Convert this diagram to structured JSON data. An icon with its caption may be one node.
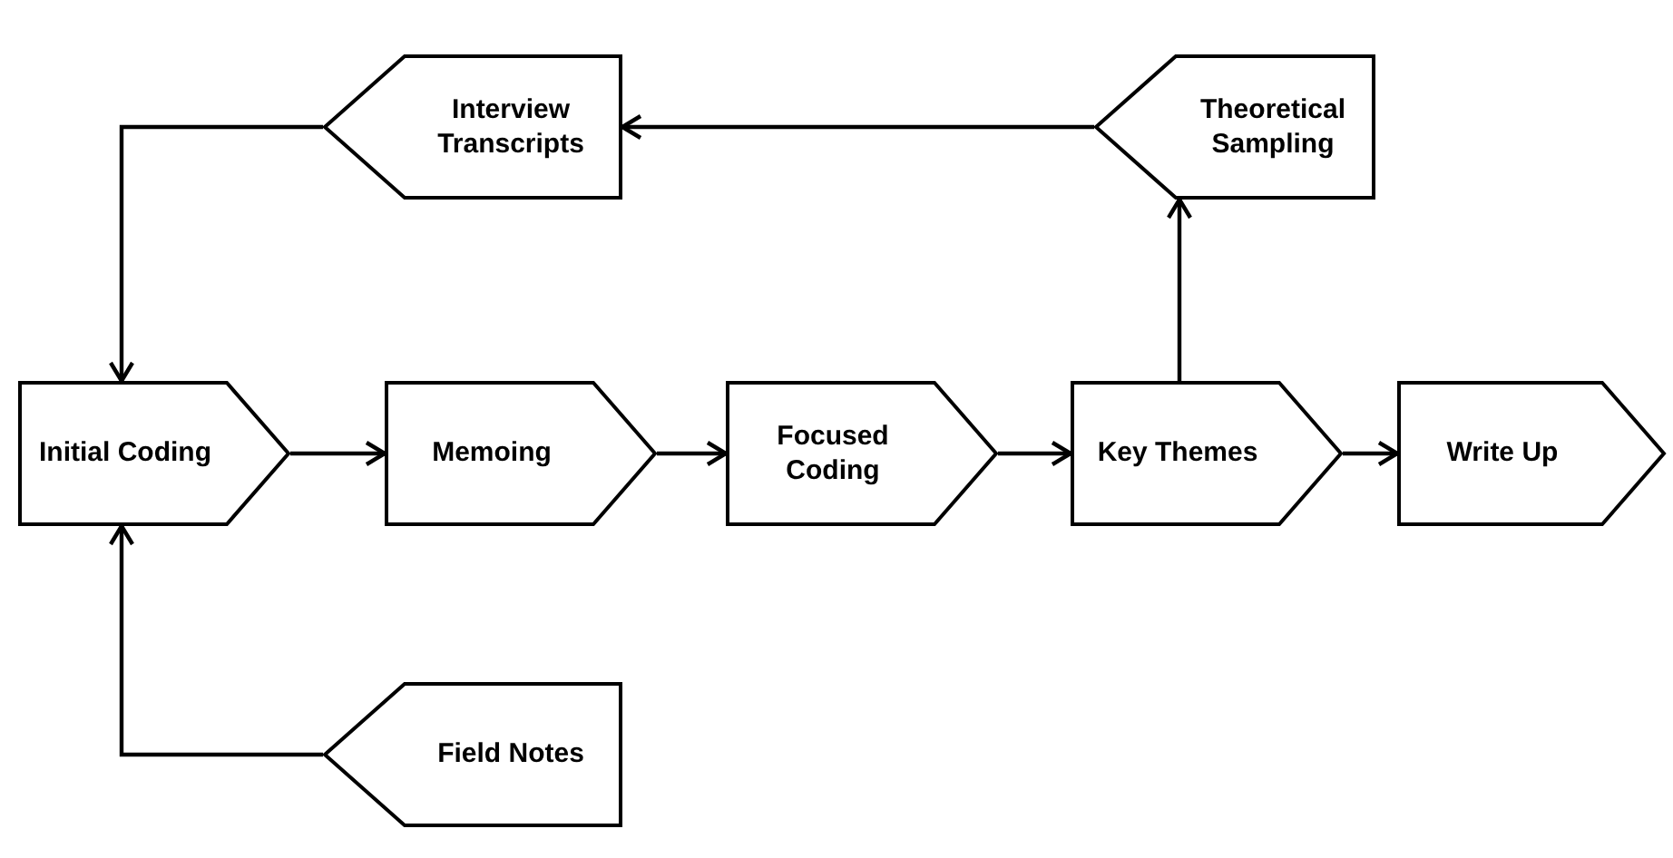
{
  "diagram": {
    "nodes": [
      {
        "text": [
          "Interview Transcripts"
        ]
      },
      {
        "text": [
          "Theoretical Sampling"
        ]
      },
      {
        "text": [
          "Initial Coding"
        ]
      },
      {
        "text": [
          "Memoing"
        ]
      },
      {
        "text": [
          "Focused Coding"
        ]
      },
      {
        "text": [
          "Key Themes"
        ]
      },
      {
        "text": [
          "Write Up"
        ]
      },
      {
        "text": [
          "Field Notes"
        ]
      }
    ],
    "edges": [
      {
        "from": 1,
        "to": 0,
        "arrow": "to"
      },
      {
        "from": 0,
        "to": 2,
        "arrow": "to"
      },
      {
        "from": 5,
        "to": 1,
        "arrow": "to"
      },
      {
        "from": 2,
        "to": 3,
        "arrow": "to"
      },
      {
        "from": 3,
        "to": 4,
        "arrow": "to"
      },
      {
        "from": 4,
        "to": 5,
        "arrow": "to"
      },
      {
        "from": 5,
        "to": 6,
        "arrow": "to"
      },
      {
        "from": 7,
        "to": 2,
        "arrow": "to"
      }
    ]
  }
}
